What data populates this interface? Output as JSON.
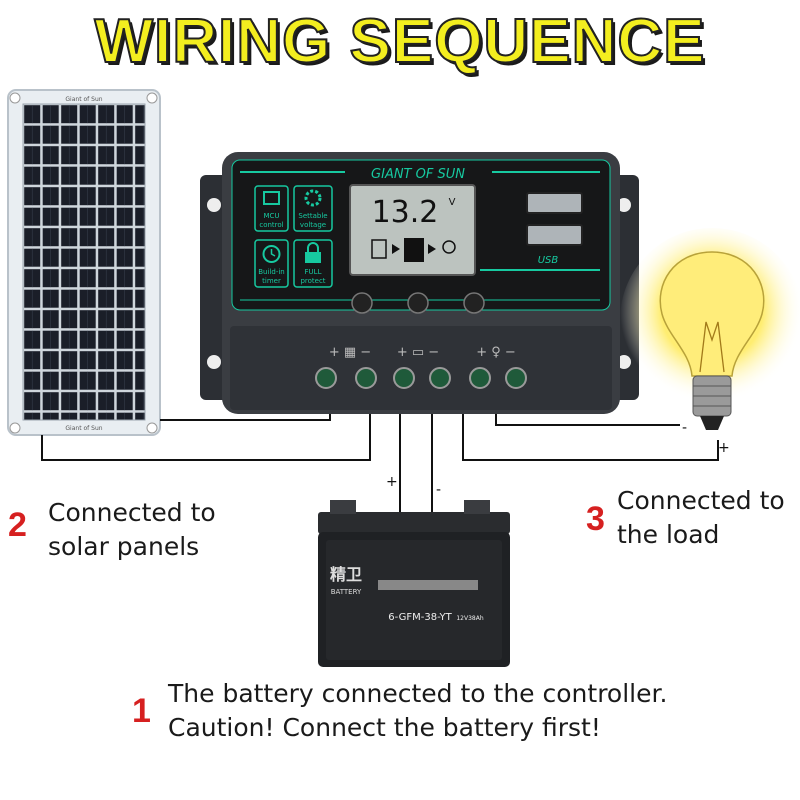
{
  "title": "WIRING SEQUENCE",
  "panel": {
    "top_label": "Giant of Sun",
    "bottom_label": "Giant of Sun"
  },
  "controller": {
    "brand": "GIANT OF SUN",
    "lcd_value": "13.2",
    "lcd_unit": "V",
    "feature1": [
      "MCU",
      "control"
    ],
    "feature2": [
      "Settable",
      "voltage"
    ],
    "feature3": [
      "Build-in",
      "timer"
    ],
    "feature4": [
      "FULL",
      "protect"
    ],
    "usb_label": "USB"
  },
  "battery": {
    "brand_cn": "精卫",
    "brand_en": "BATTERY",
    "model": "6-GFM-38-YT",
    "capacity": "12V38Ah",
    "pos": "+",
    "neg": "-"
  },
  "load": {
    "neg": "-",
    "pos": "+"
  },
  "steps": [
    {
      "num": "1",
      "lines": [
        "The battery connected to the controller.",
        "Caution! Connect the battery first!"
      ]
    },
    {
      "num": "2",
      "lines": [
        "Connected to",
        "solar panels"
      ]
    },
    {
      "num": "3",
      "lines": [
        "Connected to",
        "the load"
      ]
    }
  ],
  "colors": {
    "title": "#f3ee1f",
    "step_number": "#d62020",
    "accent": "#17c9a0",
    "bulb": "#ffe96a"
  }
}
